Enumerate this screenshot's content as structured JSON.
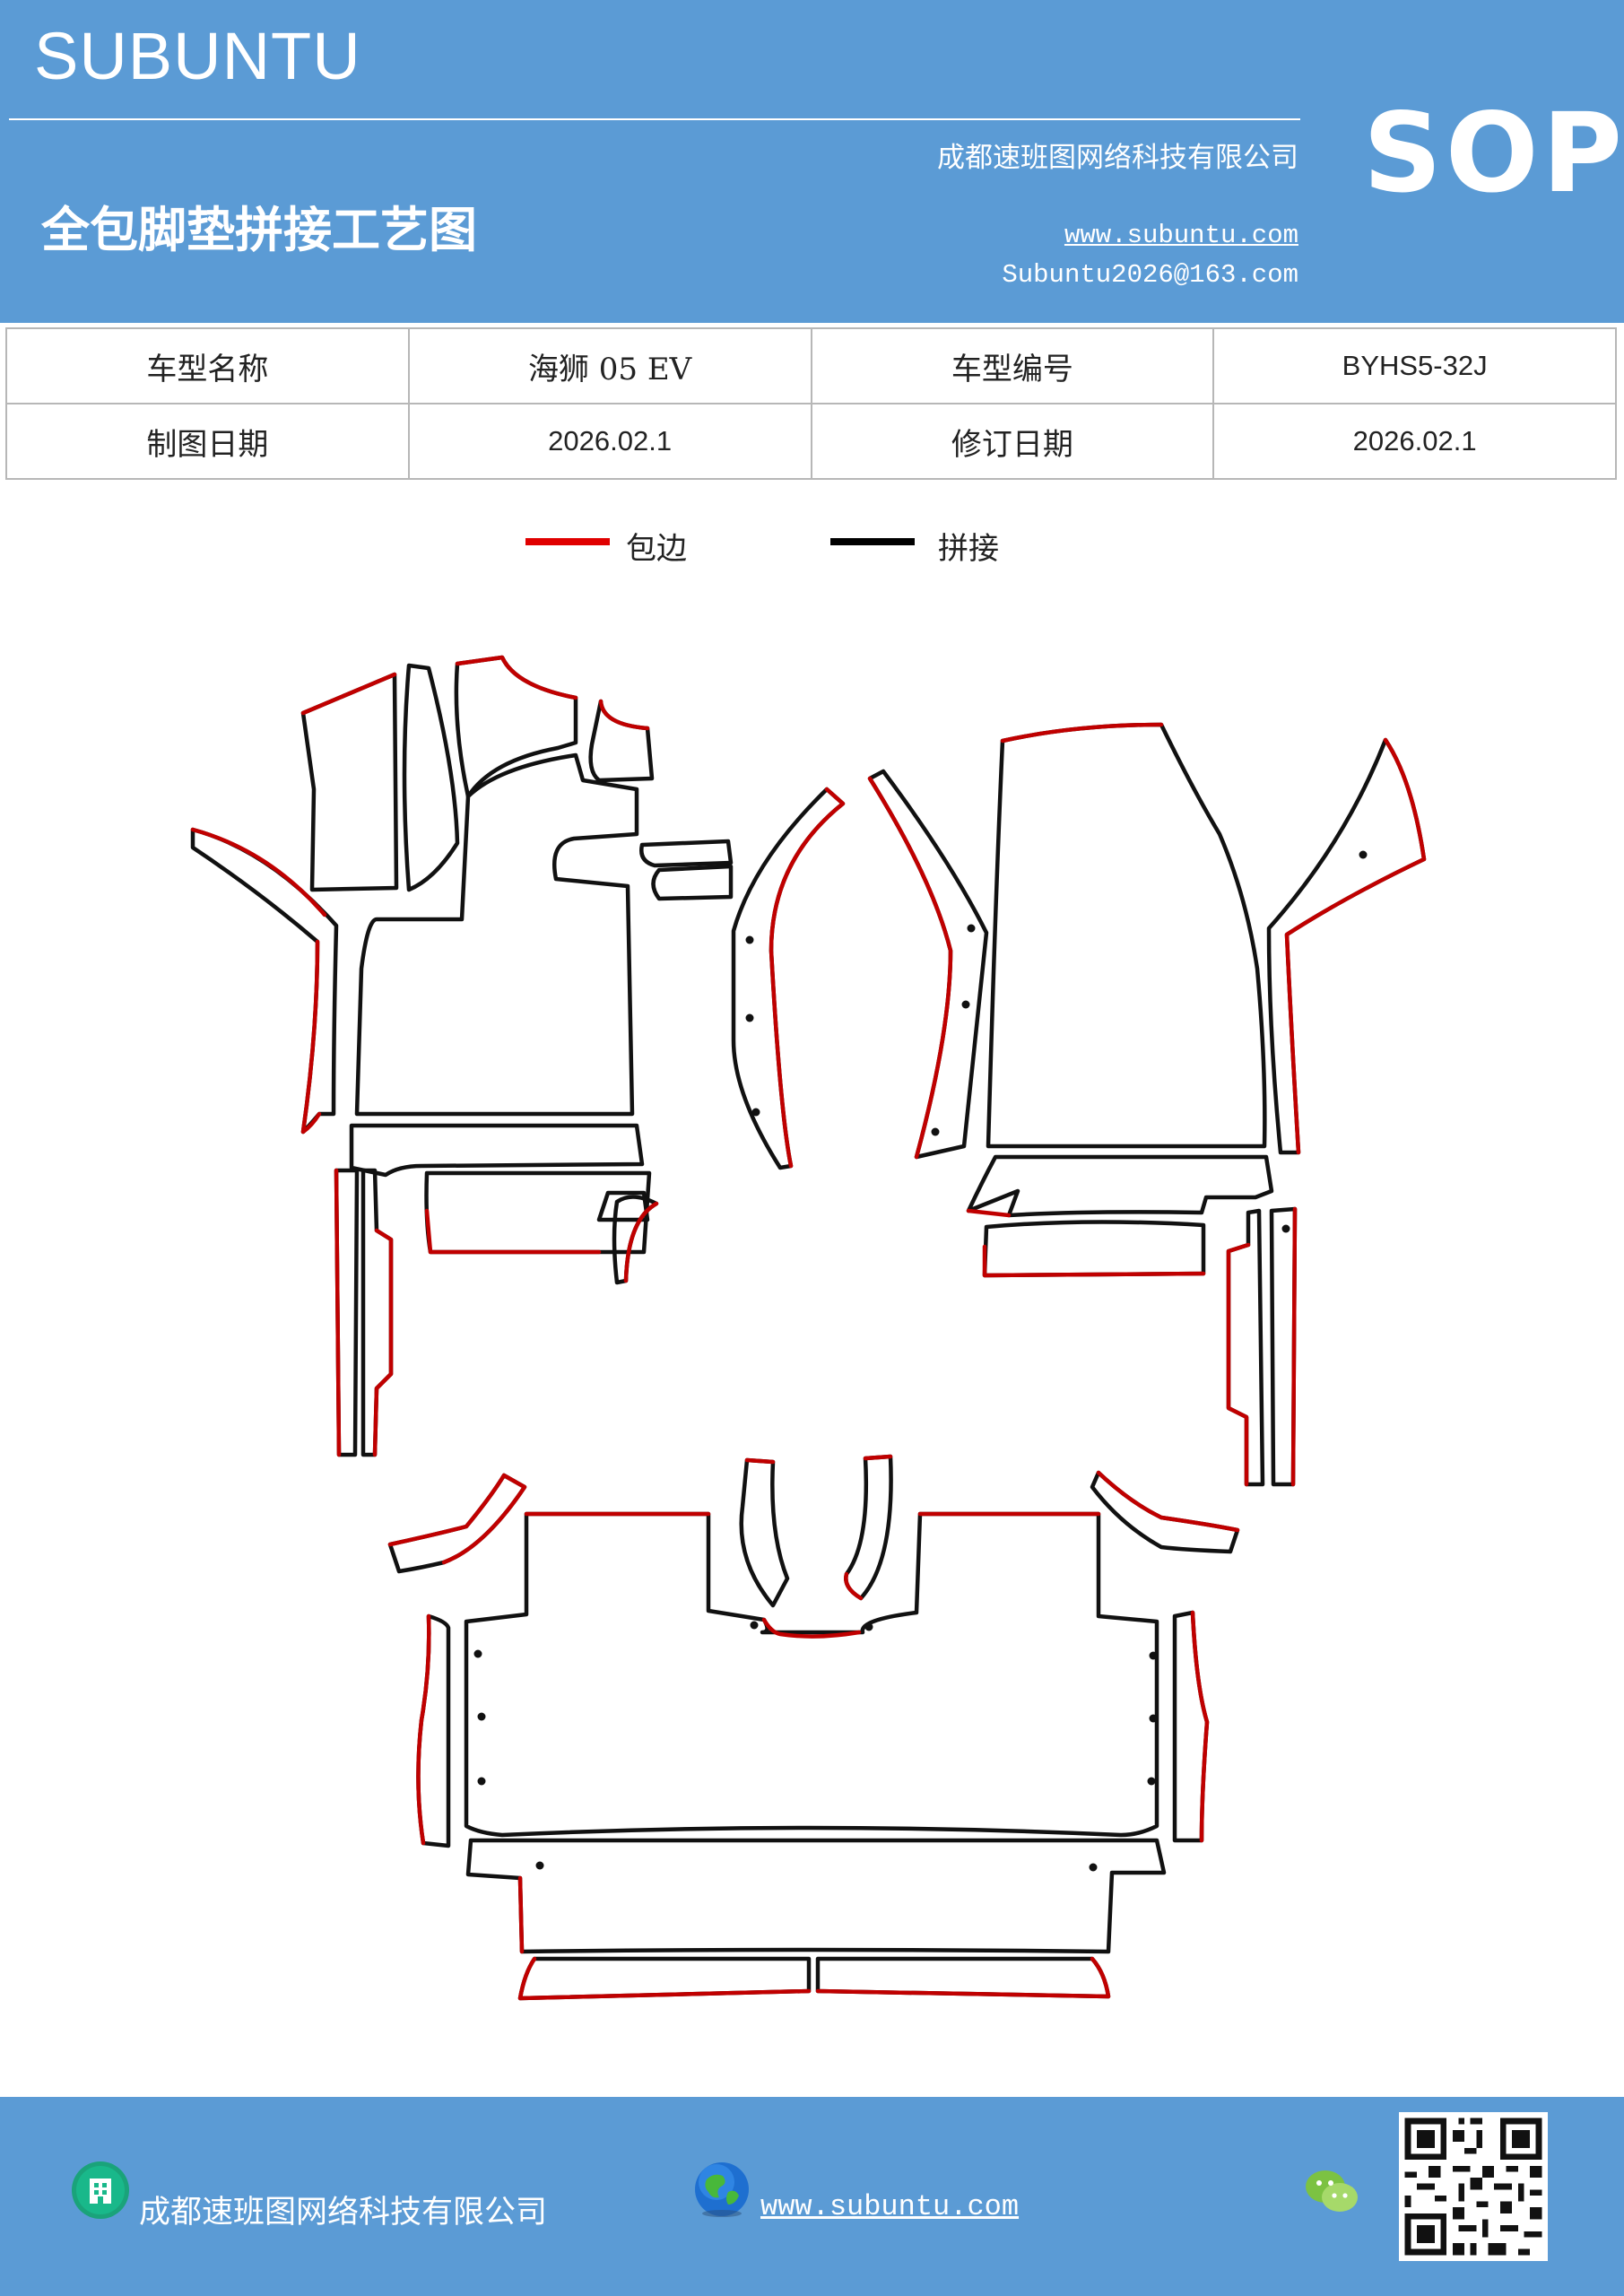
{
  "header": {
    "brand": "SUBUNTU",
    "company": "成都速班图网络科技有限公司",
    "title": "全包脚垫拼接工艺图",
    "website": "www.subuntu.com",
    "email": "Subuntu2026@163.com",
    "badge": "SOP",
    "background_color": "#5b9bd5"
  },
  "info_table": {
    "rows": [
      {
        "label1": "车型名称",
        "value1": "海狮 05  EV",
        "label2": "车型编号",
        "value2": "BYHS5-32J"
      },
      {
        "label1": "制图日期",
        "value1": "2026.02.1",
        "label2": "修订日期",
        "value2": "2026.02.1"
      }
    ]
  },
  "legend": [
    {
      "label": "包边",
      "color": "#e00000"
    },
    {
      "label": "拼接",
      "color": "#000000"
    }
  ],
  "colors": {
    "edge": "#c00000",
    "seam": "#111111"
  },
  "footer": {
    "company": "成都速班图网络科技有限公司",
    "website": "www.subuntu.com ",
    "icons": [
      "building-icon",
      "globe-icon",
      "wechat-icon",
      "qr-code"
    ]
  }
}
